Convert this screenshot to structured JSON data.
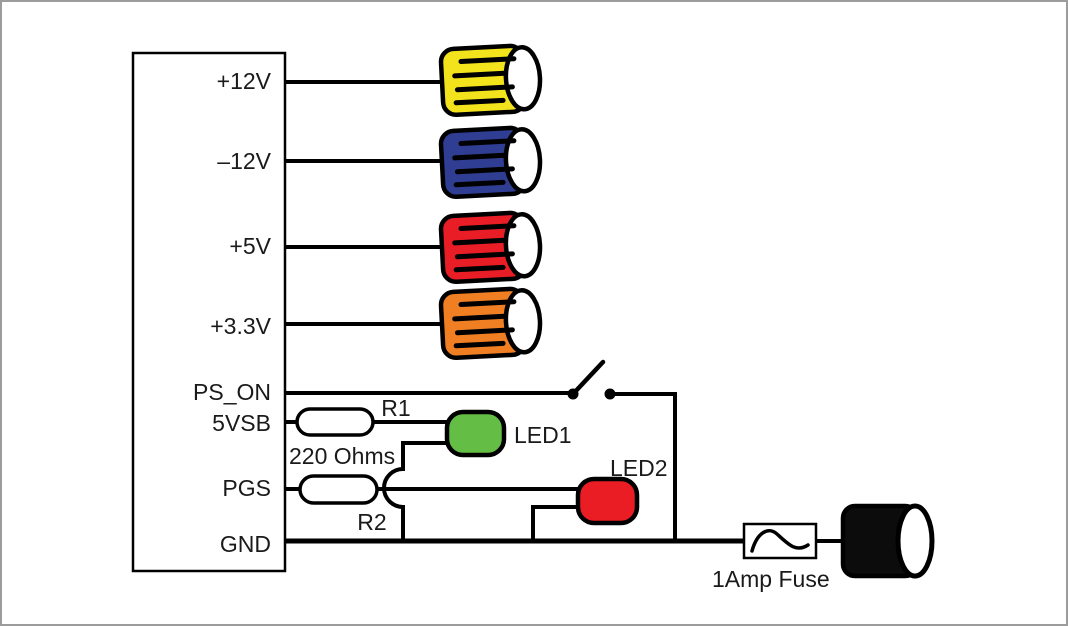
{
  "psu": {
    "pins": {
      "p12v": "+12V",
      "n12v": "–12V",
      "p5v": "+5V",
      "p3v3": "+3.3V",
      "ps_on": "PS_ON",
      "vsb5": "5VSB",
      "pgs": "PGS",
      "gnd": "GND"
    }
  },
  "components": {
    "r1": "R1",
    "r2": "R2",
    "resistor_value": "220 Ohms",
    "led1": "LED1",
    "led2": "LED2",
    "fuse": "1Amp Fuse"
  },
  "colors": {
    "post_12v": "#f2e31c",
    "post_neg12v": "#2f3d92",
    "post_5v": "#e91d25",
    "post_3v3": "#ef7f22",
    "post_gnd": "#0c0c0c",
    "led1_fill": "#64be46",
    "led2_fill": "#ea1c24",
    "wire": "#000000",
    "frame_border": "#9c9c9c"
  }
}
